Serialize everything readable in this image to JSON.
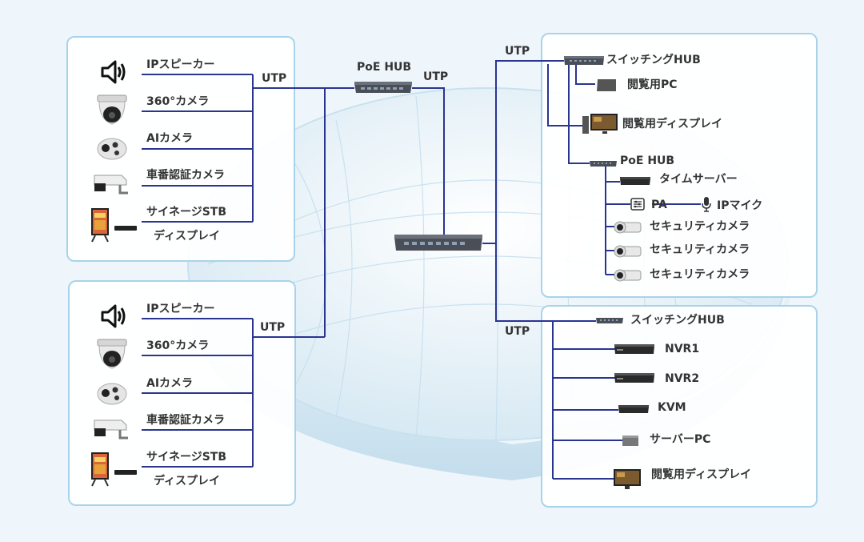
{
  "colors": {
    "line": "#2a3590",
    "box_border": "#a9d3ea",
    "background": "#eef6fb",
    "text": "#333333",
    "hub": "#4a4f57"
  },
  "left_top": {
    "utp_label": "UTP",
    "devices": [
      "IPスピーカー",
      "360°カメラ",
      "AIカメラ",
      "車番認証カメラ",
      "サイネージSTB"
    ],
    "display_label": "ディスプレイ"
  },
  "left_bottom": {
    "utp_label": "UTP",
    "devices": [
      "IPスピーカー",
      "360°カメラ",
      "AIカメラ",
      "車番認証カメラ",
      "サイネージSTB"
    ],
    "display_label": "ディスプレイ"
  },
  "center": {
    "poe_hub_label": "PoE HUB",
    "utp_label": "UTP",
    "utp_top_label": "UTP",
    "utp_bottom_label": "UTP"
  },
  "right_top": {
    "switch_label": "スイッチングHUB",
    "pc_label": "閲覧用PC",
    "display_label": "閲覧用ディスプレイ",
    "poe_hub_label": "PoE HUB",
    "time_server_label": "タイムサーバー",
    "pa_label": "PA",
    "mic_label": "IPマイク",
    "cameras": [
      "セキュリティカメラ",
      "セキュリティカメラ",
      "セキュリティカメラ"
    ]
  },
  "right_bottom": {
    "switch_label": "スイッチングHUB",
    "devices": [
      "NVR1",
      "NVR2",
      "KVM",
      "サーバーPC",
      "閲覧用ディスプレイ"
    ]
  }
}
